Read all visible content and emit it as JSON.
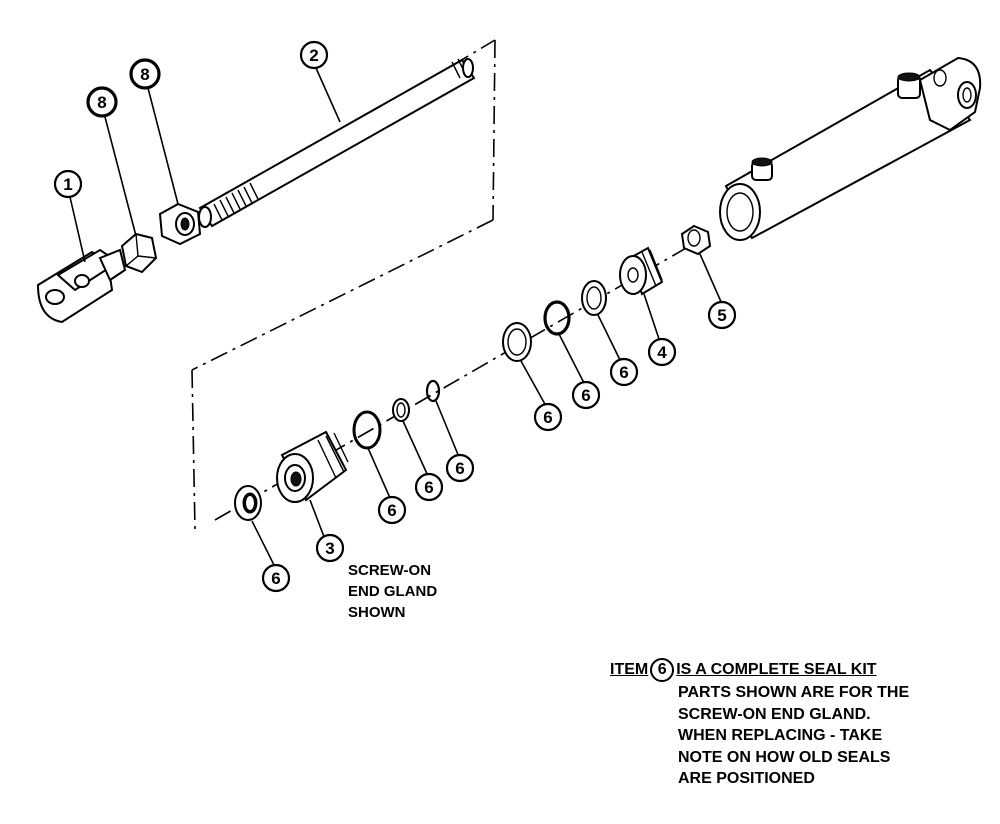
{
  "callouts": {
    "clevis": "1",
    "rod": "2",
    "gland": "3",
    "piston": "4",
    "nut": "5",
    "seal_gland_wiper": "6",
    "seal_gland_oring": "6",
    "seal_gland_ring": "6",
    "seal_gland_small": "6",
    "seal_piston_1": "6",
    "seal_piston_2": "6",
    "seal_piston_3": "6",
    "jam_nut_left": "8",
    "jam_nut_right": "8"
  },
  "gland_note": {
    "line1": "SCREW-ON",
    "line2": "END GLAND",
    "line3": "SHOWN"
  },
  "seal_note": {
    "prefix": "ITEM",
    "item": "6",
    "title": "IS A COMPLETE SEAL KIT",
    "line2": "PARTS SHOWN ARE FOR THE",
    "line3": "SCREW-ON END GLAND.",
    "line4": "WHEN REPLACING - TAKE",
    "line5": "NOTE ON HOW OLD SEALS",
    "line6": "ARE POSITIONED"
  }
}
